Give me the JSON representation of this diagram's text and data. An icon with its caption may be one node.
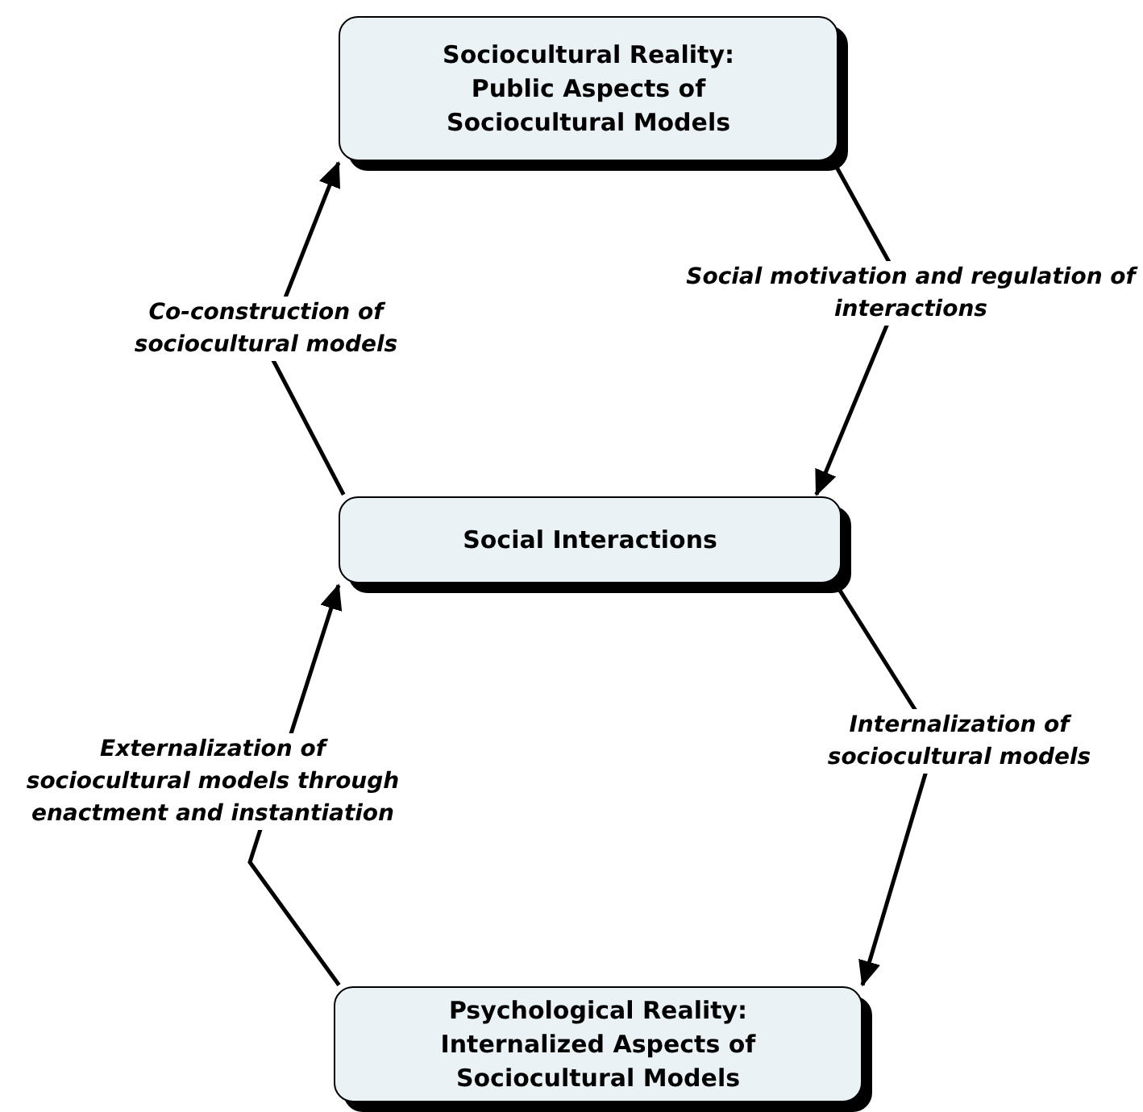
{
  "diagram": {
    "nodes": [
      {
        "text": [
          "Sociocultural Reality: Public Aspects of Sociocultural Models"
        ]
      },
      {
        "text": [
          "Social Interactions"
        ]
      },
      {
        "text": [
          "Psychological Reality: Internalized Aspects of Sociocultural Models"
        ]
      }
    ],
    "edges": [
      {
        "from": 1,
        "to": 0,
        "arrow": "to",
        "label": "Co-construction of sociocultural models"
      },
      {
        "from": 0,
        "to": 1,
        "arrow": "to",
        "label": "Social motivation and regulation of interactions"
      },
      {
        "from": 1,
        "to": 2,
        "arrow": "to",
        "label": "Internalization of sociocultural models"
      },
      {
        "from": 2,
        "to": 1,
        "arrow": "to",
        "label": "Externalization of sociocultural models through enactment and instantiation"
      }
    ]
  }
}
